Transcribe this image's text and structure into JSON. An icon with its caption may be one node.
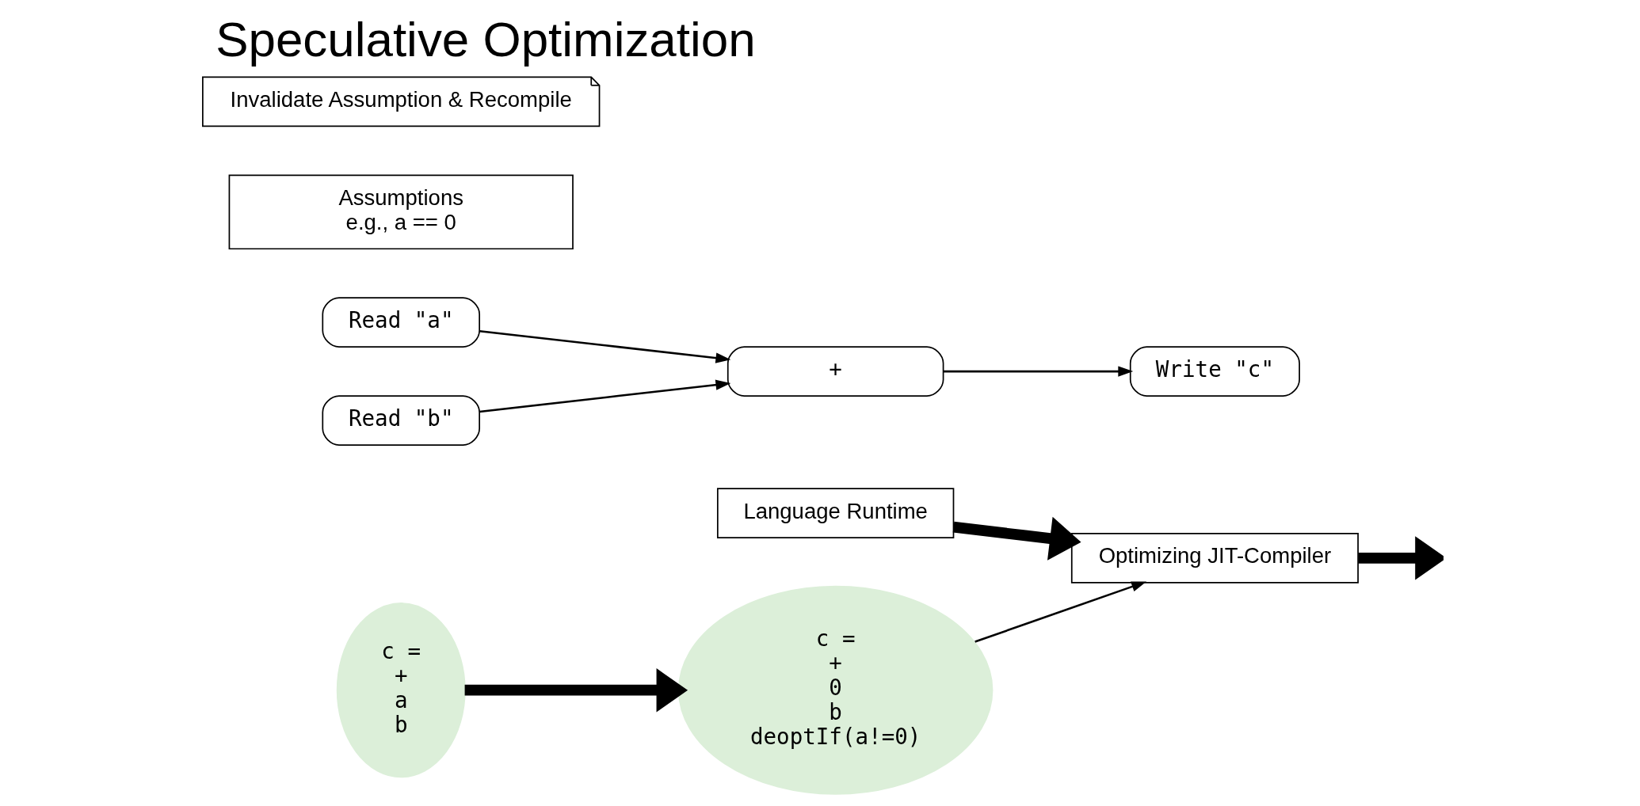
{
  "diagram": {
    "title": "Speculative Optimization",
    "nodes": [
      {
        "text": [
          "Language Runtime"
        ]
      },
      {
        "text": [
          "Write \"c\""
        ]
      },
      {
        "text": [
          "+"
        ]
      },
      {
        "text": [
          "Read \"a\""
        ]
      },
      {
        "text": [
          "Read \"b\""
        ]
      },
      {
        "text": [
          "Assumptions",
          "e.g., a == 0"
        ]
      },
      {
        "text": [
          "Optimizing JIT-Compiler"
        ]
      },
      {
        "text": [
          "Invalidate Assumption & Recompile"
        ]
      },
      {
        "text": [
          "c =",
          "+",
          "a",
          "b"
        ]
      },
      {
        "text": [
          "c =",
          "+",
          "0",
          "b",
          "deoptIf(a!=0)"
        ]
      }
    ],
    "edges": [
      {
        "from": 3,
        "to": 2,
        "arrow": "to"
      },
      {
        "from": 4,
        "to": 2,
        "arrow": "to"
      },
      {
        "from": 2,
        "to": 1,
        "arrow": "to"
      },
      {
        "from": 0,
        "to": 6,
        "arrow": "to",
        "style": "thick"
      },
      {
        "from": 6,
        "to": null,
        "arrow": "to",
        "style": "thick"
      },
      {
        "from": 8,
        "to": 9,
        "arrow": "to",
        "style": "thick"
      },
      {
        "from": 9,
        "to": 6,
        "arrow": "to"
      }
    ]
  }
}
